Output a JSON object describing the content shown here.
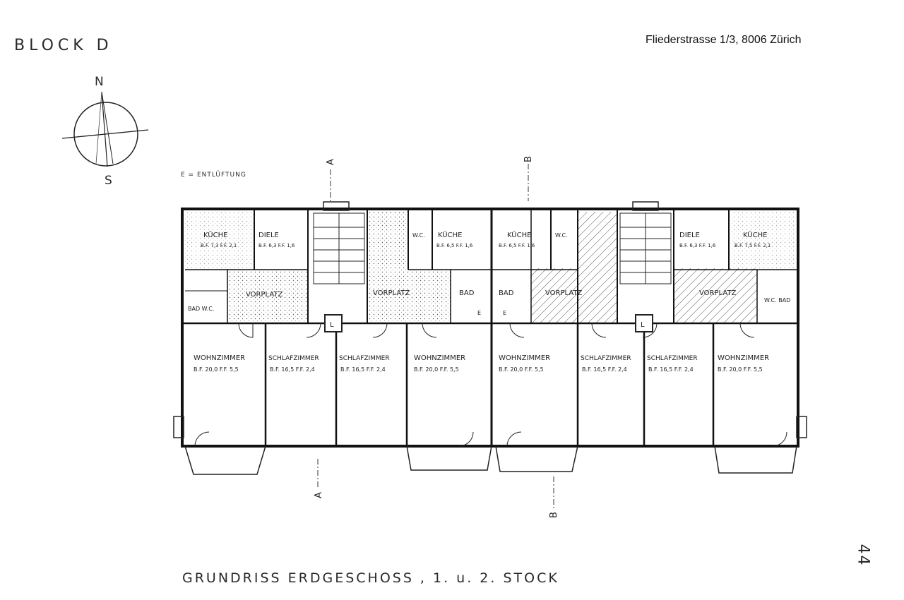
{
  "header": {
    "block": "BLOCK D",
    "address": "Fliederstrasse 1/3, 8006 Zürich"
  },
  "compass": {
    "north": "N",
    "south": "S"
  },
  "legend": "E = ENTLÜFTUNG",
  "sections": {
    "a": "A",
    "b": "B"
  },
  "rooms": [
    {
      "name": "KÜCHE",
      "area": "B.F. 7,3  F.F. 2,1"
    },
    {
      "name": "DIELE",
      "area": "B.F. 6,3  F.F. 1,6"
    },
    {
      "name": "VORPLATZ",
      "area": ""
    },
    {
      "name": "BAD W.C.",
      "area": ""
    },
    {
      "name": "VORPLATZ",
      "area": ""
    },
    {
      "name": "W.C.",
      "area": ""
    },
    {
      "name": "KÜCHE",
      "area": "B.F. 6,5  F.F. 1,6"
    },
    {
      "name": "BAD",
      "area": ""
    },
    {
      "name": "KÜCHE",
      "area": "B.F. 6,5  F.F. 1,6"
    },
    {
      "name": "W.C.",
      "area": ""
    },
    {
      "name": "BAD",
      "area": ""
    },
    {
      "name": "VORPLATZ",
      "area": ""
    },
    {
      "name": "DIELE",
      "area": "B.F. 6,3  F.F. 1,6"
    },
    {
      "name": "KÜCHE",
      "area": "B.F. 7,5  F.F. 2,1"
    },
    {
      "name": "VORPLATZ",
      "area": ""
    },
    {
      "name": "W.C. BAD",
      "area": ""
    },
    {
      "name": "WOHNZIMMER",
      "area": "B.F. 20,0  F.F. 5,5"
    },
    {
      "name": "SCHLAFZIMMER",
      "area": "B.F. 16,5  F.F. 2,4"
    },
    {
      "name": "SCHLAFZIMMER",
      "area": "B.F. 16,5  F.F. 2,4"
    },
    {
      "name": "WOHNZIMMER",
      "area": "B.F. 20,0  F.F. 5,5"
    },
    {
      "name": "WOHNZIMMER",
      "area": "B.F. 20,0  F.F. 5,5"
    },
    {
      "name": "SCHLAFZIMMER",
      "area": "B.F. 16,5  F.F. 2,4"
    },
    {
      "name": "SCHLAFZIMMER",
      "area": "B.F. 16,5  F.F. 2,4"
    },
    {
      "name": "WOHNZIMMER",
      "area": "B.F. 20,0  F.F. 5,5"
    }
  ],
  "stair_labels": [
    "L",
    "L"
  ],
  "vent_marks": [
    "E",
    "E"
  ],
  "footer": {
    "title": "GRUNDRISS ERDGESCHOSS , 1. u. 2. STOCK",
    "page": "44"
  }
}
